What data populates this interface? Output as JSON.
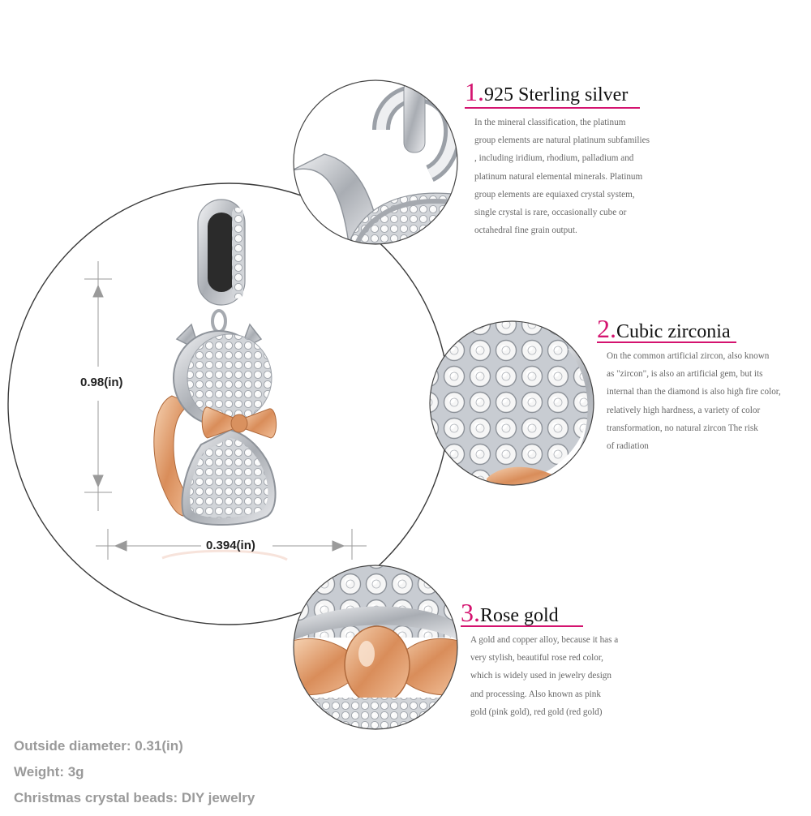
{
  "dimensions": {
    "height_label": "0.98(in)",
    "width_label": "0.394(in)"
  },
  "features": [
    {
      "number": "1.",
      "title": "925 Sterling silver",
      "lines": [
        "In the mineral classification, the platinum",
        "group elements are natural platinum subfamilies",
        ", including iridium, rhodium, palladium and",
        " platinum natural elemental minerals. Platinum",
        " group elements are equiaxed crystal system,",
        "single crystal is rare, occasionally cube or",
        "octahedral fine grain output."
      ]
    },
    {
      "number": "2.",
      "title": "Cubic zirconia",
      "lines": [
        "On the common artificial zircon, also known",
        "as \"zircon\", is also an artificial gem, but its",
        "internal than the diamond is also high fire color,",
        "relatively high hardness, a variety of color",
        "transformation, no natural zircon The risk",
        "of radiation"
      ]
    },
    {
      "number": "3.",
      "title": "Rose gold",
      "lines": [
        "A gold and copper alloy, because it has a",
        "very stylish, beautiful rose red color,",
        "which is widely used in jewelry design",
        "and processing. Also known as pink",
        " gold (pink gold), red gold (red gold)"
      ]
    }
  ],
  "specs": [
    "Outside diameter: 0.31(in)",
    "Weight: 3g",
    "Christmas crystal beads: DIY jewelry"
  ],
  "colors": {
    "accent": "#d4136f",
    "silver": "#c9ccd1",
    "rose_gold": "#e0a070",
    "spec_text": "#9a9a9a"
  }
}
